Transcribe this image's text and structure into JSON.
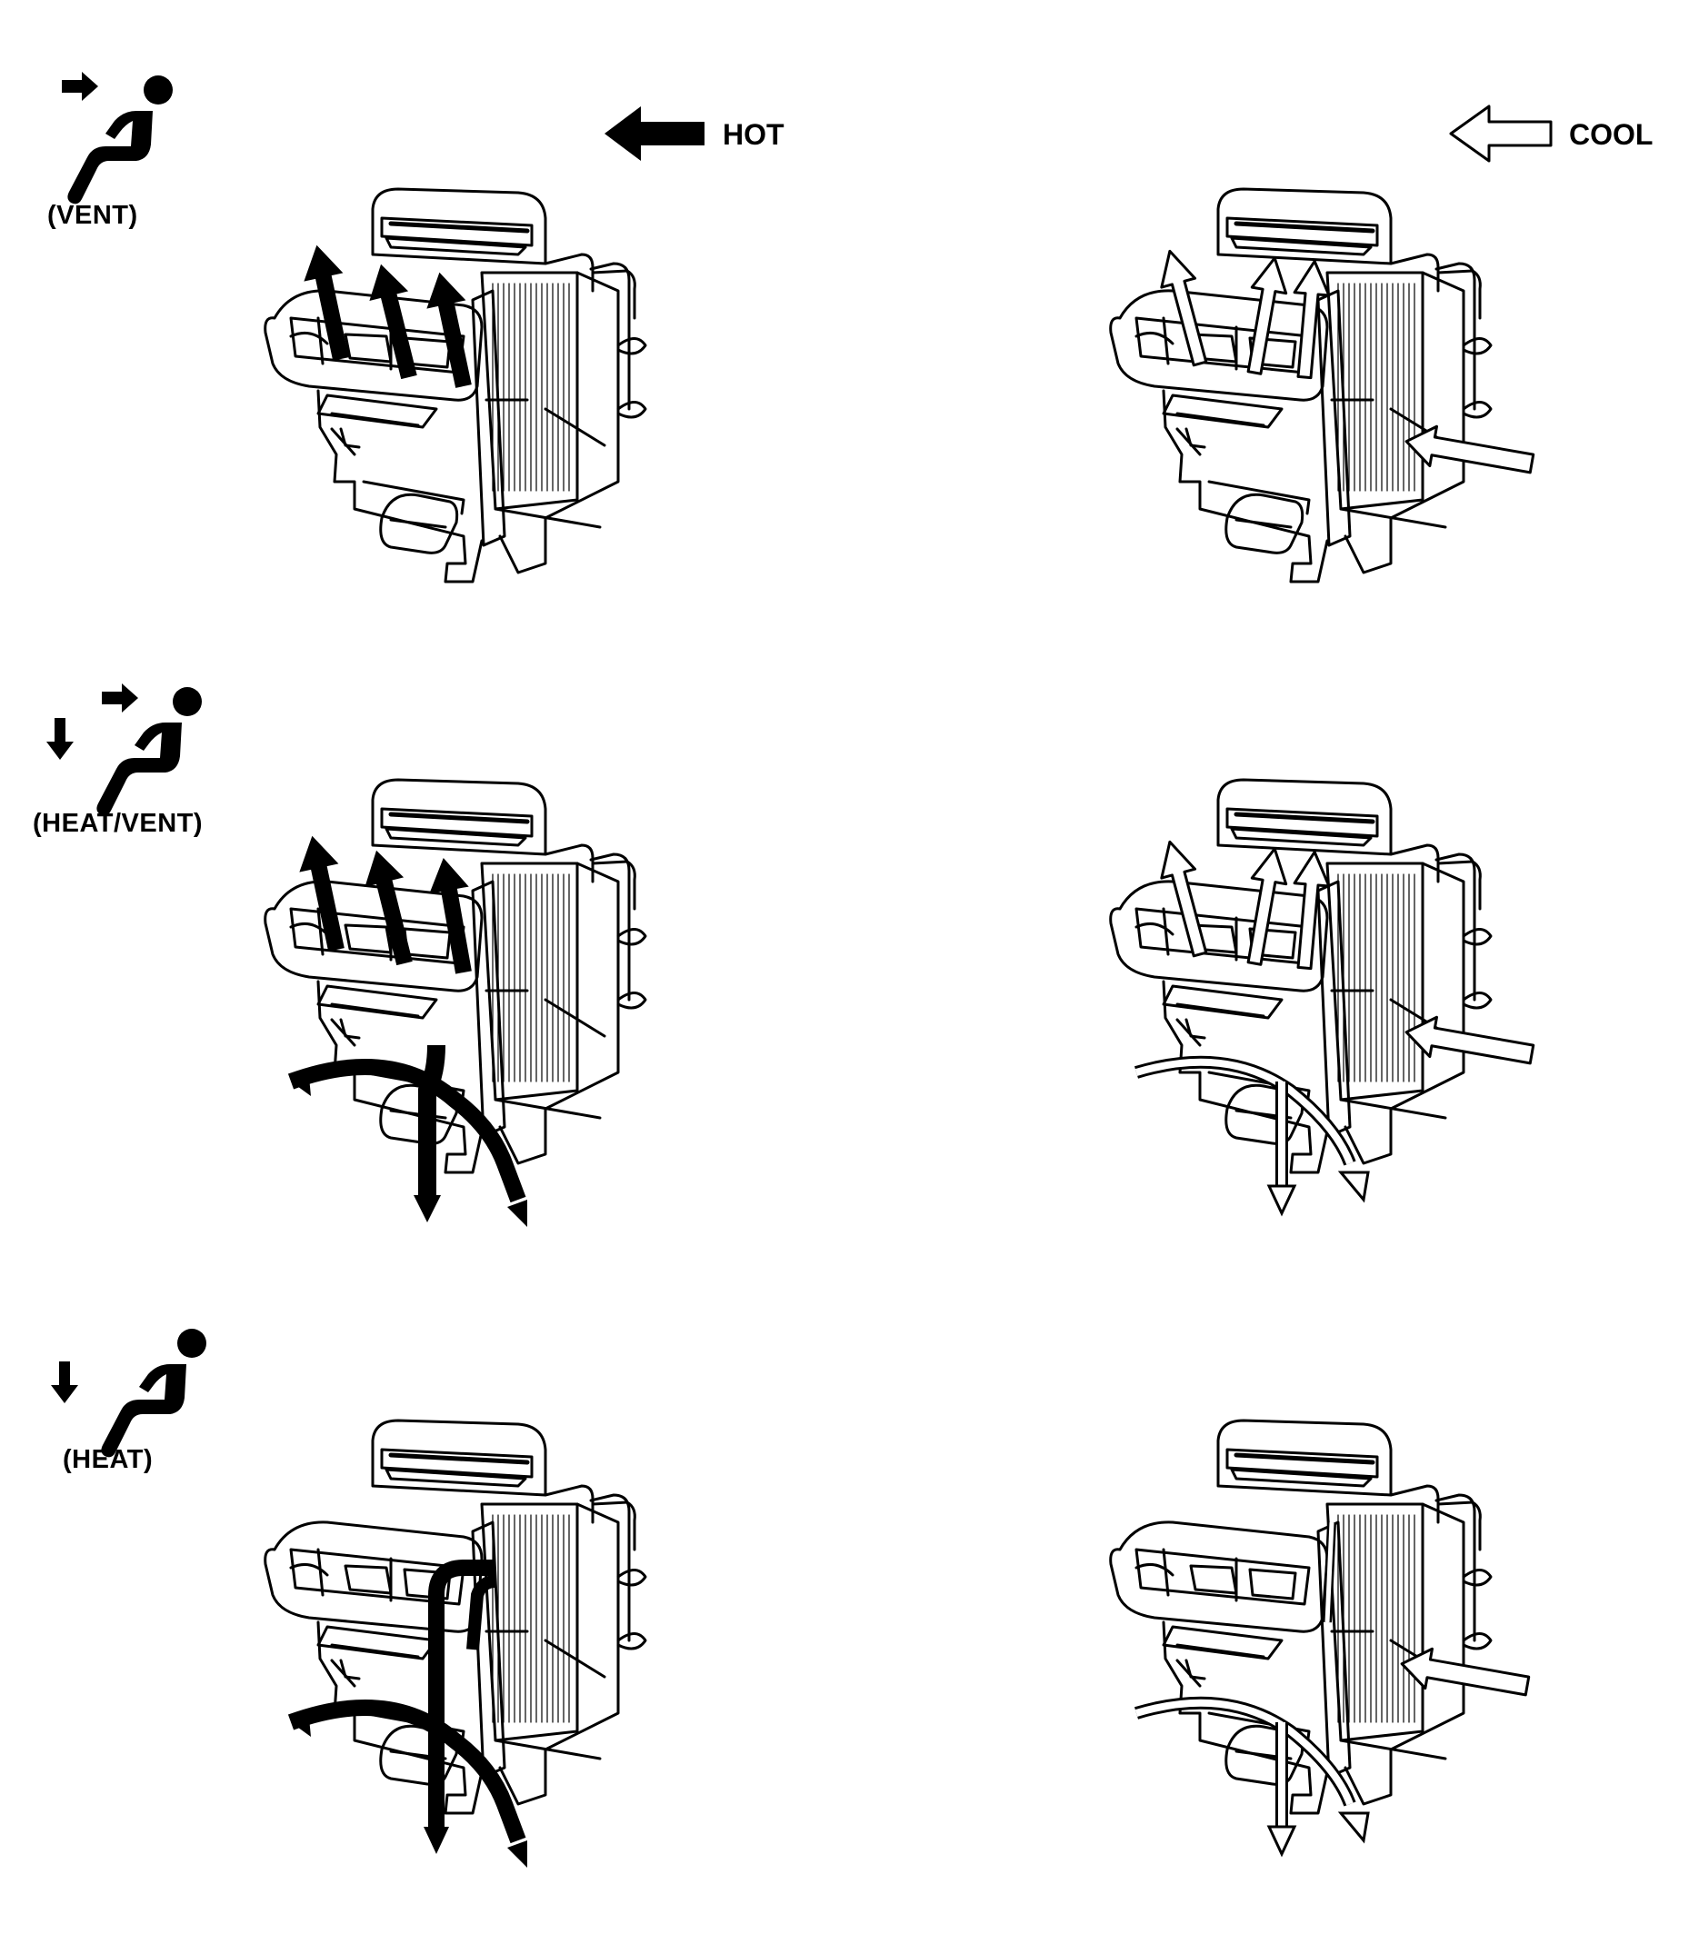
{
  "legend": {
    "hot": {
      "label": "HOT",
      "color": "#000000"
    },
    "cool": {
      "label": "COOL",
      "color": "#ffffff"
    }
  },
  "modes": [
    {
      "id": "vent",
      "label": "(VENT)",
      "icon": "seated-person-vent-icon"
    },
    {
      "id": "heat-vent",
      "label": "(HEAT/VENT)",
      "icon": "seated-person-heat-vent-icon"
    },
    {
      "id": "heat",
      "label": "(HEAT)",
      "icon": "seated-person-heat-icon"
    }
  ]
}
